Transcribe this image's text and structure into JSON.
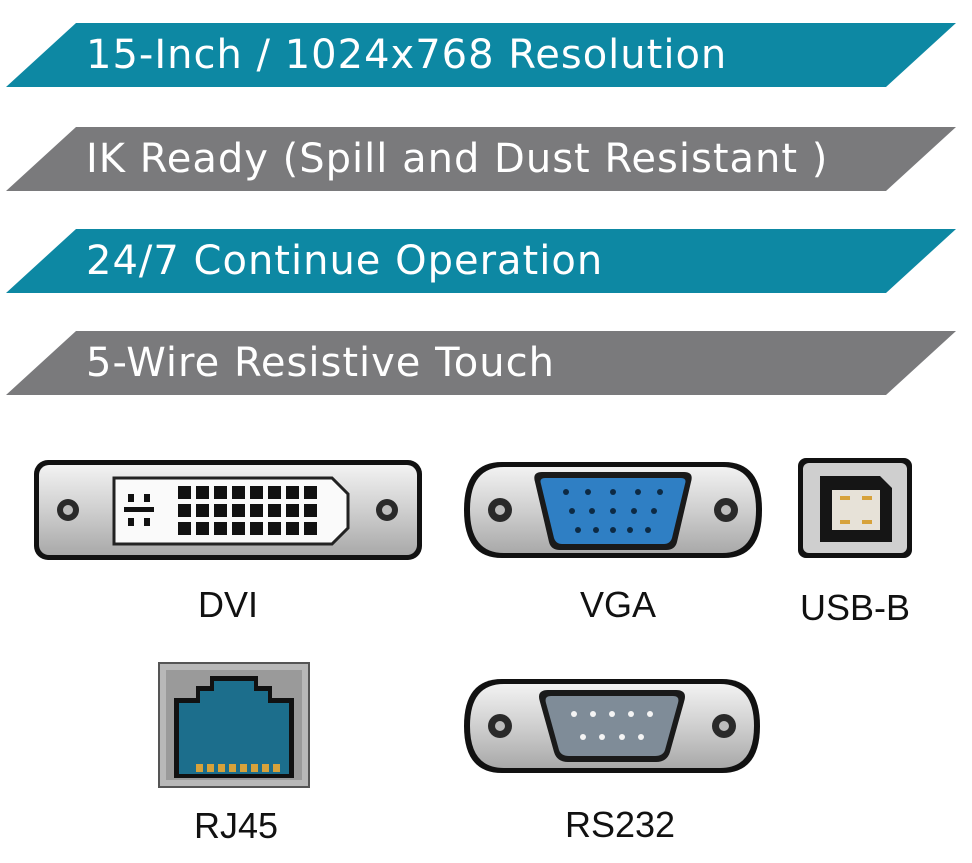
{
  "colors": {
    "teal": "#0d88a3",
    "gray": "#7a7a7c",
    "vga_blue": "#2f7fc4",
    "rj45_teal": "#1c6e8c",
    "gold": "#d7a23a"
  },
  "features": [
    {
      "label": "15-Inch / 1024x768 Resolution",
      "color": "teal"
    },
    {
      "label": "IK Ready (Spill and Dust Resistant )",
      "color": "gray"
    },
    {
      "label": "24/7 Continue Operation",
      "color": "teal"
    },
    {
      "label": "5-Wire Resistive Touch",
      "color": "gray"
    }
  ],
  "connectors": {
    "dvi": {
      "label": "DVI",
      "icon": "dvi-port-icon"
    },
    "vga": {
      "label": "VGA",
      "icon": "vga-port-icon"
    },
    "usbb": {
      "label": "USB-B",
      "icon": "usb-b-port-icon"
    },
    "rj45": {
      "label": "RJ45",
      "icon": "rj45-port-icon"
    },
    "rs232": {
      "label": "RS232",
      "icon": "rs232-port-icon"
    }
  }
}
